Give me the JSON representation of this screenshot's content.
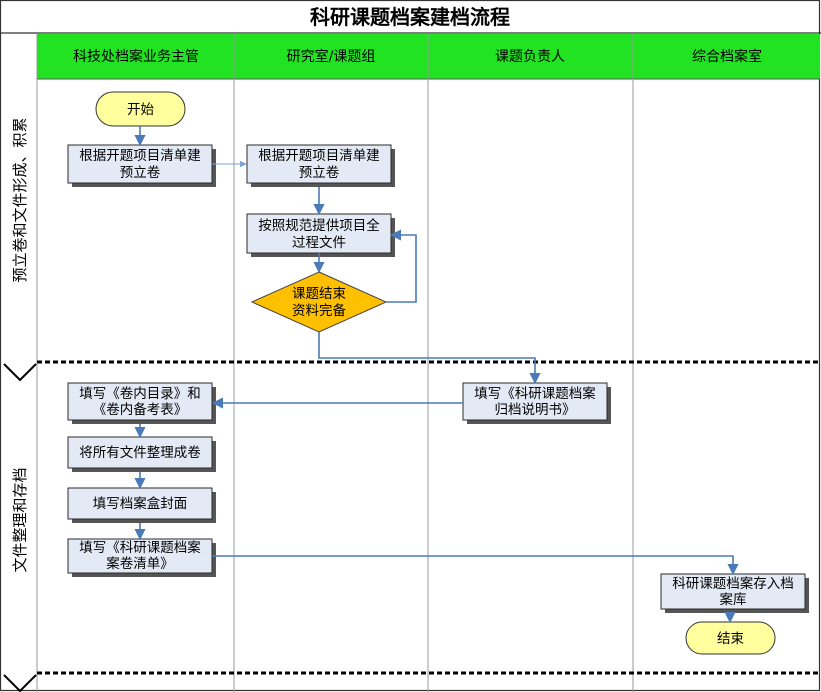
{
  "title": "科研课题档案建档流程",
  "lanes": [
    "科技处档案业务主管",
    "研究室/课题组",
    "课题负责人",
    "综合档案室"
  ],
  "phases": [
    "预立卷和文件形成、积累",
    "文件整理和存档"
  ],
  "nodes": {
    "start": "开始",
    "create_vol_a": [
      "根据开题项目清单建",
      "预立卷"
    ],
    "create_vol_b": [
      "根据开题项目清单建",
      "预立卷"
    ],
    "provide_docs": [
      "按照规范提供项目全",
      "过程文件"
    ],
    "decision": [
      "课题结束",
      "资料完备"
    ],
    "fill_note": [
      "填写《科研课题档案",
      "归档说明书》"
    ],
    "fill_catalog": [
      "填写《卷内目录》和",
      "《卷内备考表》"
    ],
    "organize": [
      "将所有文件整理成卷"
    ],
    "box_cover": [
      "填写档案盒封面"
    ],
    "fill_list": [
      "填写《科研课题档案",
      "案卷清单》"
    ],
    "archive": [
      "科研课题档案存入档",
      "案库"
    ],
    "end": "结束"
  },
  "colors": {
    "lane_header": "#21e321",
    "box_fill": "#e4eaf5",
    "terminal_fill": "#ffff9e",
    "decision_fill": "#ffc000",
    "arrow": "#4a7ab8"
  }
}
